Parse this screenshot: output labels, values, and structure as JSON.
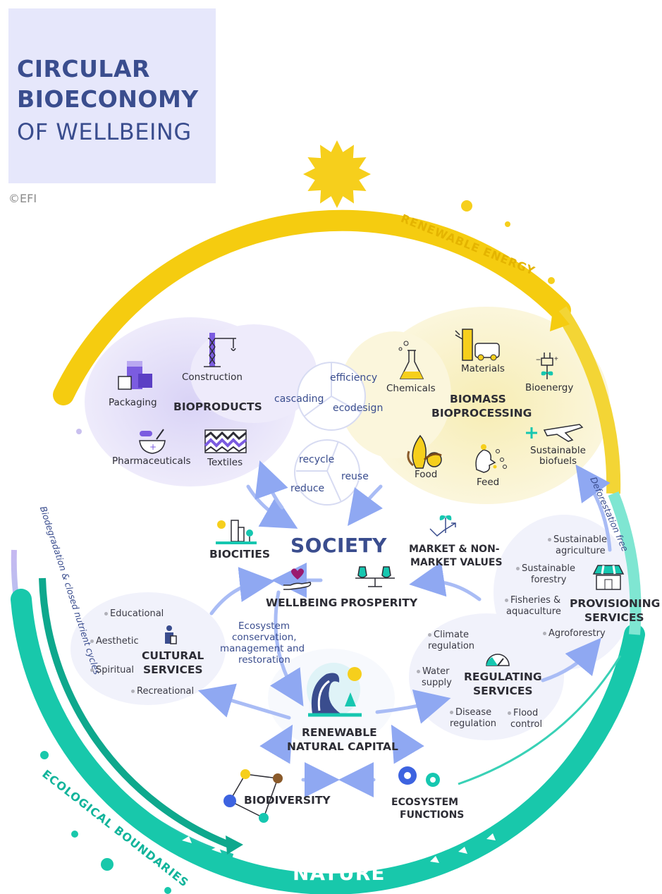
{
  "title": {
    "line1": "CIRCULAR",
    "line2": "BIOECONOMY",
    "line3": "OF WELLBEING"
  },
  "copyright": "©EFI",
  "ring": {
    "renewable_energy": "RENEWABLE ENERGY",
    "ecological_boundaries": "ECOLOGICAL BOUNDARIES",
    "biodegradation": "Biodegradation & closed nutrient cycles",
    "deforestation": "Deforestation free",
    "nature": "NATURE"
  },
  "bioproducts": {
    "heading": "BIOPRODUCTS",
    "items": {
      "packaging": "Packaging",
      "construction": "Construction",
      "pharmaceuticals": "Pharmaceuticals",
      "textiles": "Textiles"
    }
  },
  "cascade": {
    "efficiency": "efficiency",
    "cascading": "cascading",
    "ecodesign": "ecodesign"
  },
  "recycle": {
    "recycle": "recycle",
    "reuse": "reuse",
    "reduce": "reduce"
  },
  "biomass": {
    "heading_1": "BIOMASS",
    "heading_2": "BIOPROCESSING",
    "items": {
      "chemicals": "Chemicals",
      "materials": "Materials",
      "bioenergy": "Bioenergy",
      "food": "Food",
      "feed": "Feed",
      "biofuels_1": "Sustainable",
      "biofuels_2": "biofuels"
    }
  },
  "society": {
    "heading": "SOCIETY",
    "biocities": "BIOCITIES",
    "market_1": "MARKET & NON-",
    "market_2": "MARKET VALUES",
    "wellbeing": "WELLBEING",
    "prosperity": "PROSPERITY"
  },
  "ecosystem_note": {
    "line1": "Ecosystem",
    "line2": "conservation,",
    "line3": "management and",
    "line4": "restoration"
  },
  "cultural": {
    "heading_1": "CULTURAL",
    "heading_2": "SERVICES",
    "items": {
      "educational": "Educational",
      "aesthetic": "Aesthetic",
      "spiritual": "Spiritual",
      "recreational": "Recreational"
    }
  },
  "provisioning": {
    "heading_1": "PROVISIONING",
    "heading_2": "SERVICES",
    "items": {
      "agri_1": "Sustainable",
      "agri_2": "agriculture",
      "forestry_1": "Sustainable",
      "forestry_2": "forestry",
      "fish_1": "Fisheries &",
      "fish_2": "aquaculture",
      "agroforestry": "Agroforestry"
    }
  },
  "regulating": {
    "heading_1": "REGULATING",
    "heading_2": "SERVICES",
    "items": {
      "climate_1": "Climate",
      "climate_2": "regulation",
      "water_1": "Water",
      "water_2": "supply",
      "disease_1": "Disease",
      "disease_2": "regulation",
      "flood_1": "Flood",
      "flood_2": "control"
    }
  },
  "capital": {
    "line1": "RENEWABLE",
    "line2": "NATURAL CAPITAL"
  },
  "biodiversity": "BIODIVERSITY",
  "functions": {
    "line1": "ECOSYSTEM",
    "line2": "FUNCTIONS"
  },
  "colors": {
    "navy": "#3a4d8e",
    "sun": "#f2c200",
    "teal": "#16c7b0",
    "lavender": "#e6e7fb",
    "cream": "#fbf3c8",
    "purple": "#5b3fc4",
    "magenta": "#9a1a6e"
  }
}
